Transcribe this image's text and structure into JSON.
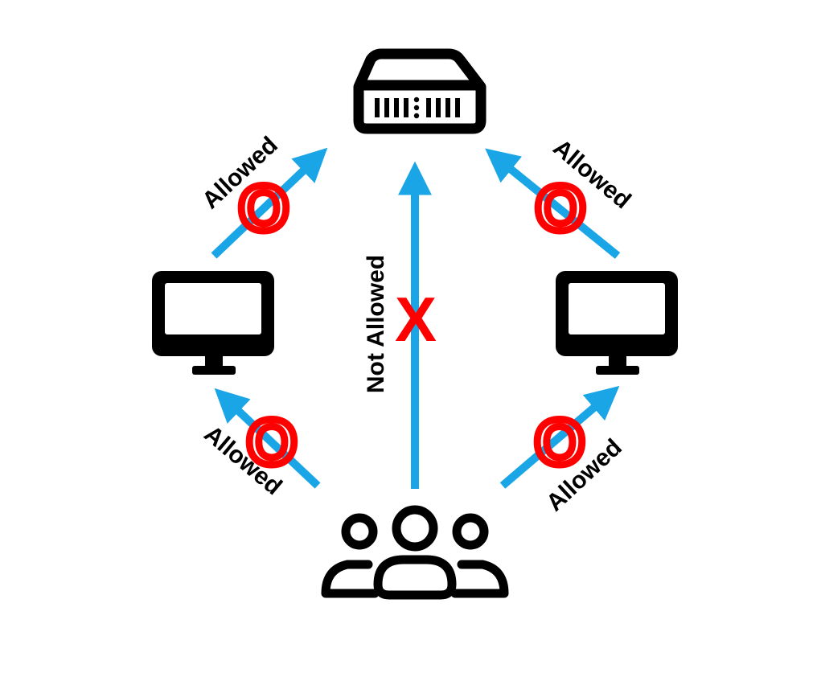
{
  "labels": {
    "top_left": "Allowed",
    "top_right": "Allowed",
    "bottom_left": "Allowed",
    "bottom_right": "Allowed",
    "center": "Not Allowed"
  },
  "marks": {
    "allowed": "O",
    "not_allowed": "X"
  },
  "icons": {
    "server": "server-icon",
    "computer_left": "monitor-icon",
    "computer_right": "monitor-icon",
    "users": "users-group-icon"
  },
  "colors": {
    "arrow": "#1aa6e6",
    "mark": "#ff0000",
    "icon": "#000000"
  }
}
